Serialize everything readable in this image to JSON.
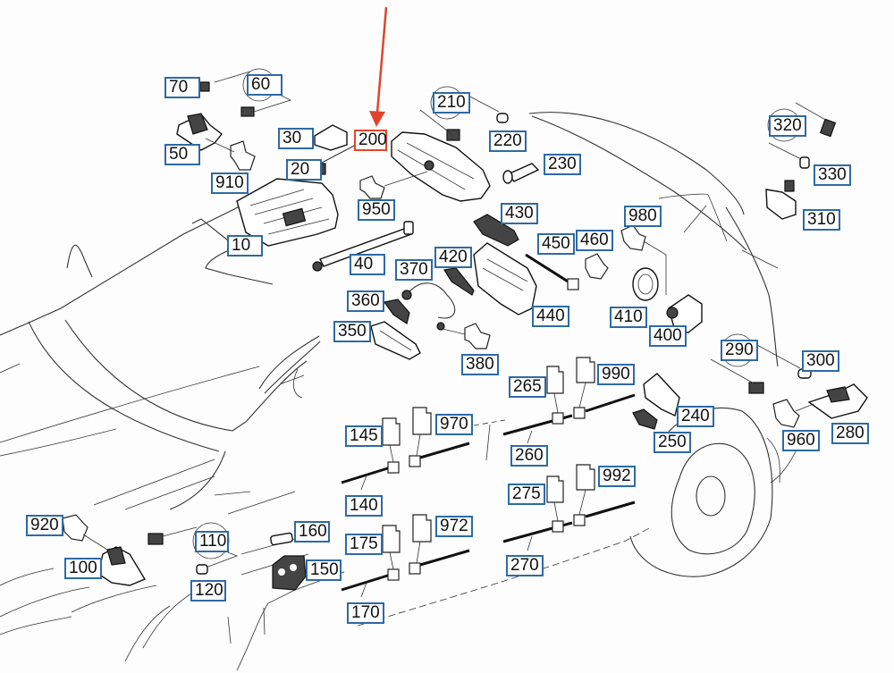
{
  "diagram": {
    "title": "Interior lighting parts diagram",
    "highlight_color": "#e0452c",
    "callout_border_color": "#2e6aa4",
    "highlighted_part": "200",
    "callouts": [
      {
        "id": "70"
      },
      {
        "id": "60"
      },
      {
        "id": "50"
      },
      {
        "id": "910"
      },
      {
        "id": "30"
      },
      {
        "id": "20"
      },
      {
        "id": "10"
      },
      {
        "id": "200"
      },
      {
        "id": "210"
      },
      {
        "id": "220"
      },
      {
        "id": "230"
      },
      {
        "id": "950"
      },
      {
        "id": "40"
      },
      {
        "id": "430"
      },
      {
        "id": "320"
      },
      {
        "id": "330"
      },
      {
        "id": "310"
      },
      {
        "id": "980"
      },
      {
        "id": "450"
      },
      {
        "id": "460"
      },
      {
        "id": "420"
      },
      {
        "id": "370"
      },
      {
        "id": "360"
      },
      {
        "id": "350"
      },
      {
        "id": "380"
      },
      {
        "id": "440"
      },
      {
        "id": "410"
      },
      {
        "id": "400"
      },
      {
        "id": "290"
      },
      {
        "id": "300"
      },
      {
        "id": "265"
      },
      {
        "id": "990"
      },
      {
        "id": "240"
      },
      {
        "id": "250"
      },
      {
        "id": "960"
      },
      {
        "id": "280"
      },
      {
        "id": "145"
      },
      {
        "id": "970"
      },
      {
        "id": "260"
      },
      {
        "id": "140"
      },
      {
        "id": "275"
      },
      {
        "id": "992"
      },
      {
        "id": "175"
      },
      {
        "id": "972"
      },
      {
        "id": "270"
      },
      {
        "id": "170"
      },
      {
        "id": "920"
      },
      {
        "id": "100"
      },
      {
        "id": "110"
      },
      {
        "id": "120"
      },
      {
        "id": "160"
      },
      {
        "id": "150"
      }
    ]
  }
}
